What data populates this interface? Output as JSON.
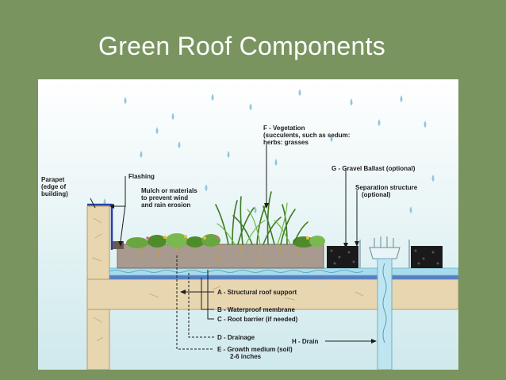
{
  "slide": {
    "title": "Green Roof Components"
  },
  "diagram": {
    "labels": {
      "parapet": [
        "Parapet",
        "(edge of",
        "building)"
      ],
      "flashing": "Flashing",
      "mulch": [
        "Mulch or materials",
        "to prevent wind",
        "and rain erosion"
      ],
      "vegetation": [
        "F - Vegetation",
        "(succulents, such as sedum:",
        "herbs: grasses"
      ],
      "gravel": "G - Gravel Ballast (optional)",
      "separation": [
        "Separation structure",
        "(optional)"
      ],
      "structural": "A - Structural roof support",
      "waterproof": "B - Waterproof membrane",
      "root_barrier": "C - Root barrier (if needed)",
      "drainage": "D - Drainage",
      "drain": "H - Drain",
      "growth": [
        "E - Growth medium (soil)",
        "2-6 inches"
      ]
    },
    "colors": {
      "sky": "#d6eef0",
      "structure": "#e8d6b0",
      "soil": "#a89a8e",
      "drainage": "#a8dcec",
      "gravel": "#1a1a1a",
      "vegetation": "#4e8c2a"
    }
  }
}
